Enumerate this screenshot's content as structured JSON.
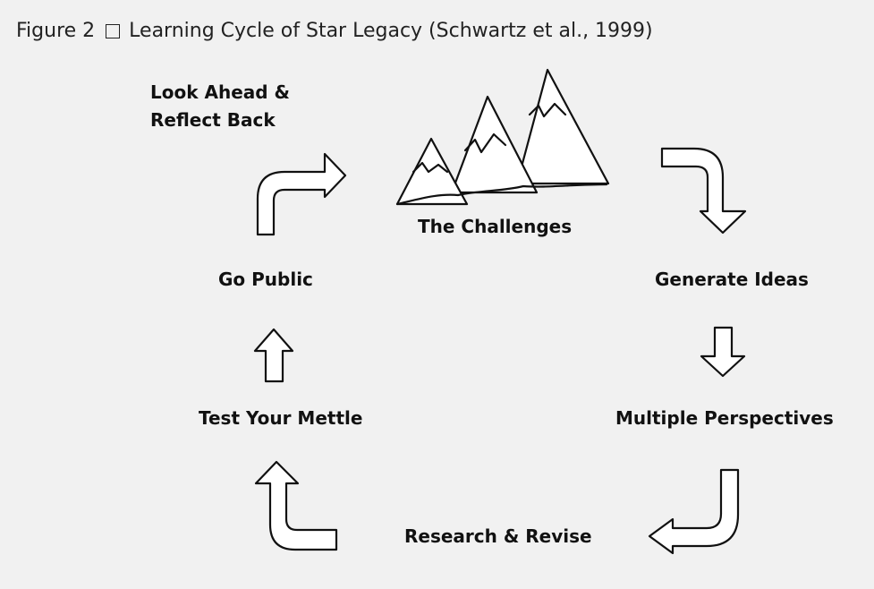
{
  "caption": {
    "figure_label": "Figure 2",
    "title": "Learning Cycle of Star Legacy (Schwartz et al., 1999)"
  },
  "cycle": {
    "look_ahead": "Look Ahead &\nReflect Back",
    "challenges": "The Challenges",
    "generate_ideas": "Generate Ideas",
    "multiple_perspectives": "Multiple Perspectives",
    "research_revise": "Research & Revise",
    "test_mettle": "Test Your Mettle",
    "go_public": "Go Public"
  },
  "icons": {
    "mountains": "mountains-icon",
    "arrows": [
      "curved-arrow",
      "straight-arrow-down",
      "straight-arrow-up"
    ]
  },
  "colors": {
    "ink": "#111111",
    "paper": "#f1f1f1"
  }
}
